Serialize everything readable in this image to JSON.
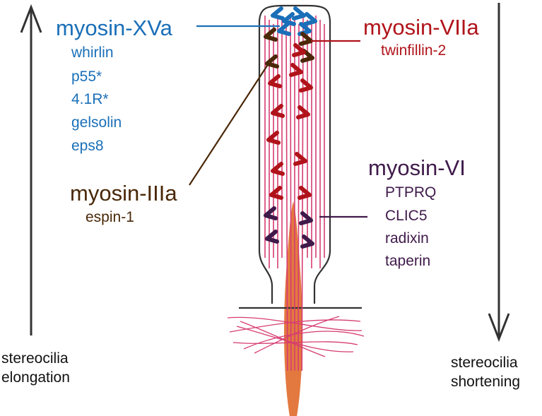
{
  "colors": {
    "myosin_xva": "#1a6fb8",
    "myosin_viia": "#b0131a",
    "myosin_iiia": "#4a2808",
    "myosin_vi": "#3f1a4a",
    "actin": "#d63c72",
    "outline": "#333333",
    "rootlet": "#e06a2a"
  },
  "groups": {
    "myosin_xva": {
      "name": "myosin-XVa",
      "partners": [
        "whirlin",
        "p55*",
        "4.1R*",
        "gelsolin",
        "eps8"
      ]
    },
    "myosin_viia": {
      "name": "myosin-VIIa",
      "partners": [
        "twinfillin-2"
      ]
    },
    "myosin_iiia": {
      "name": "myosin-IIIa",
      "partners": [
        "espin-1"
      ]
    },
    "myosin_vi": {
      "name": "myosin-VI",
      "partners": [
        "PTPRQ",
        "CLIC5",
        "radixin",
        "taperin"
      ]
    }
  },
  "arrows": {
    "elongation": "stereocilia\nelongation",
    "shortening": "stereocilia\nshortening"
  }
}
